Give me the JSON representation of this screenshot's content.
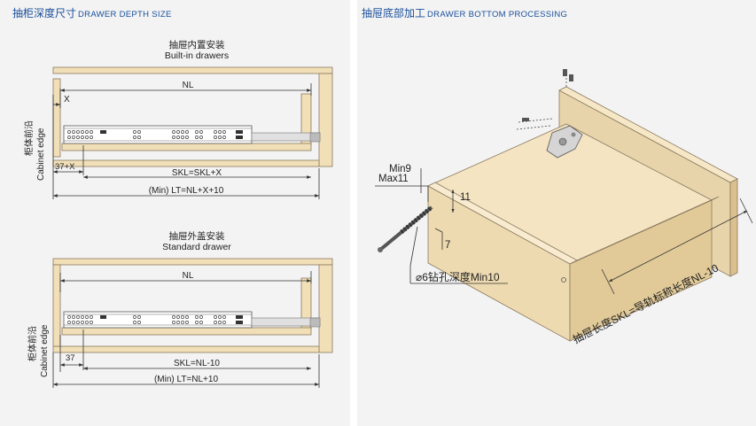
{
  "left": {
    "heading_cn": "抽柜深度尺寸",
    "heading_en": "DRAWER DEPTH SIZE",
    "top_title_cn": "抽屉内置安装",
    "top_title_en": "Built-in drawers",
    "bottom_title_cn": "抽屉外盖安装",
    "bottom_title_en": "Standard drawer",
    "side_cn": "柜体前沿",
    "side_en": "Cabinet edge",
    "top_labels": {
      "nl": "NL",
      "x": "X",
      "x37": "37+X",
      "skl": "SKL=SKL+X",
      "lt": "(Min) LT=NL+X+10"
    },
    "bottom_labels": {
      "nl": "NL",
      "x37": "37",
      "skl": "SKL=NL-10",
      "lt": "(Min) LT=NL+10"
    }
  },
  "right": {
    "heading_cn": "抽屉底部加工",
    "heading_en": "DRAWER BOTTOM PROCESSING",
    "min9": "Min9",
    "max11": "Max11",
    "dim11": "11",
    "dim7": "7",
    "drill": "⌀6钻孔深度Min10",
    "length": "抽屉长度SKL=导轨标称长度NL-10"
  },
  "colors": {
    "heading": "#1a4f9c",
    "wood": "#f1dfb8",
    "wood_stroke": "#8a7a60",
    "panel_bg": "#f3f3f3"
  }
}
